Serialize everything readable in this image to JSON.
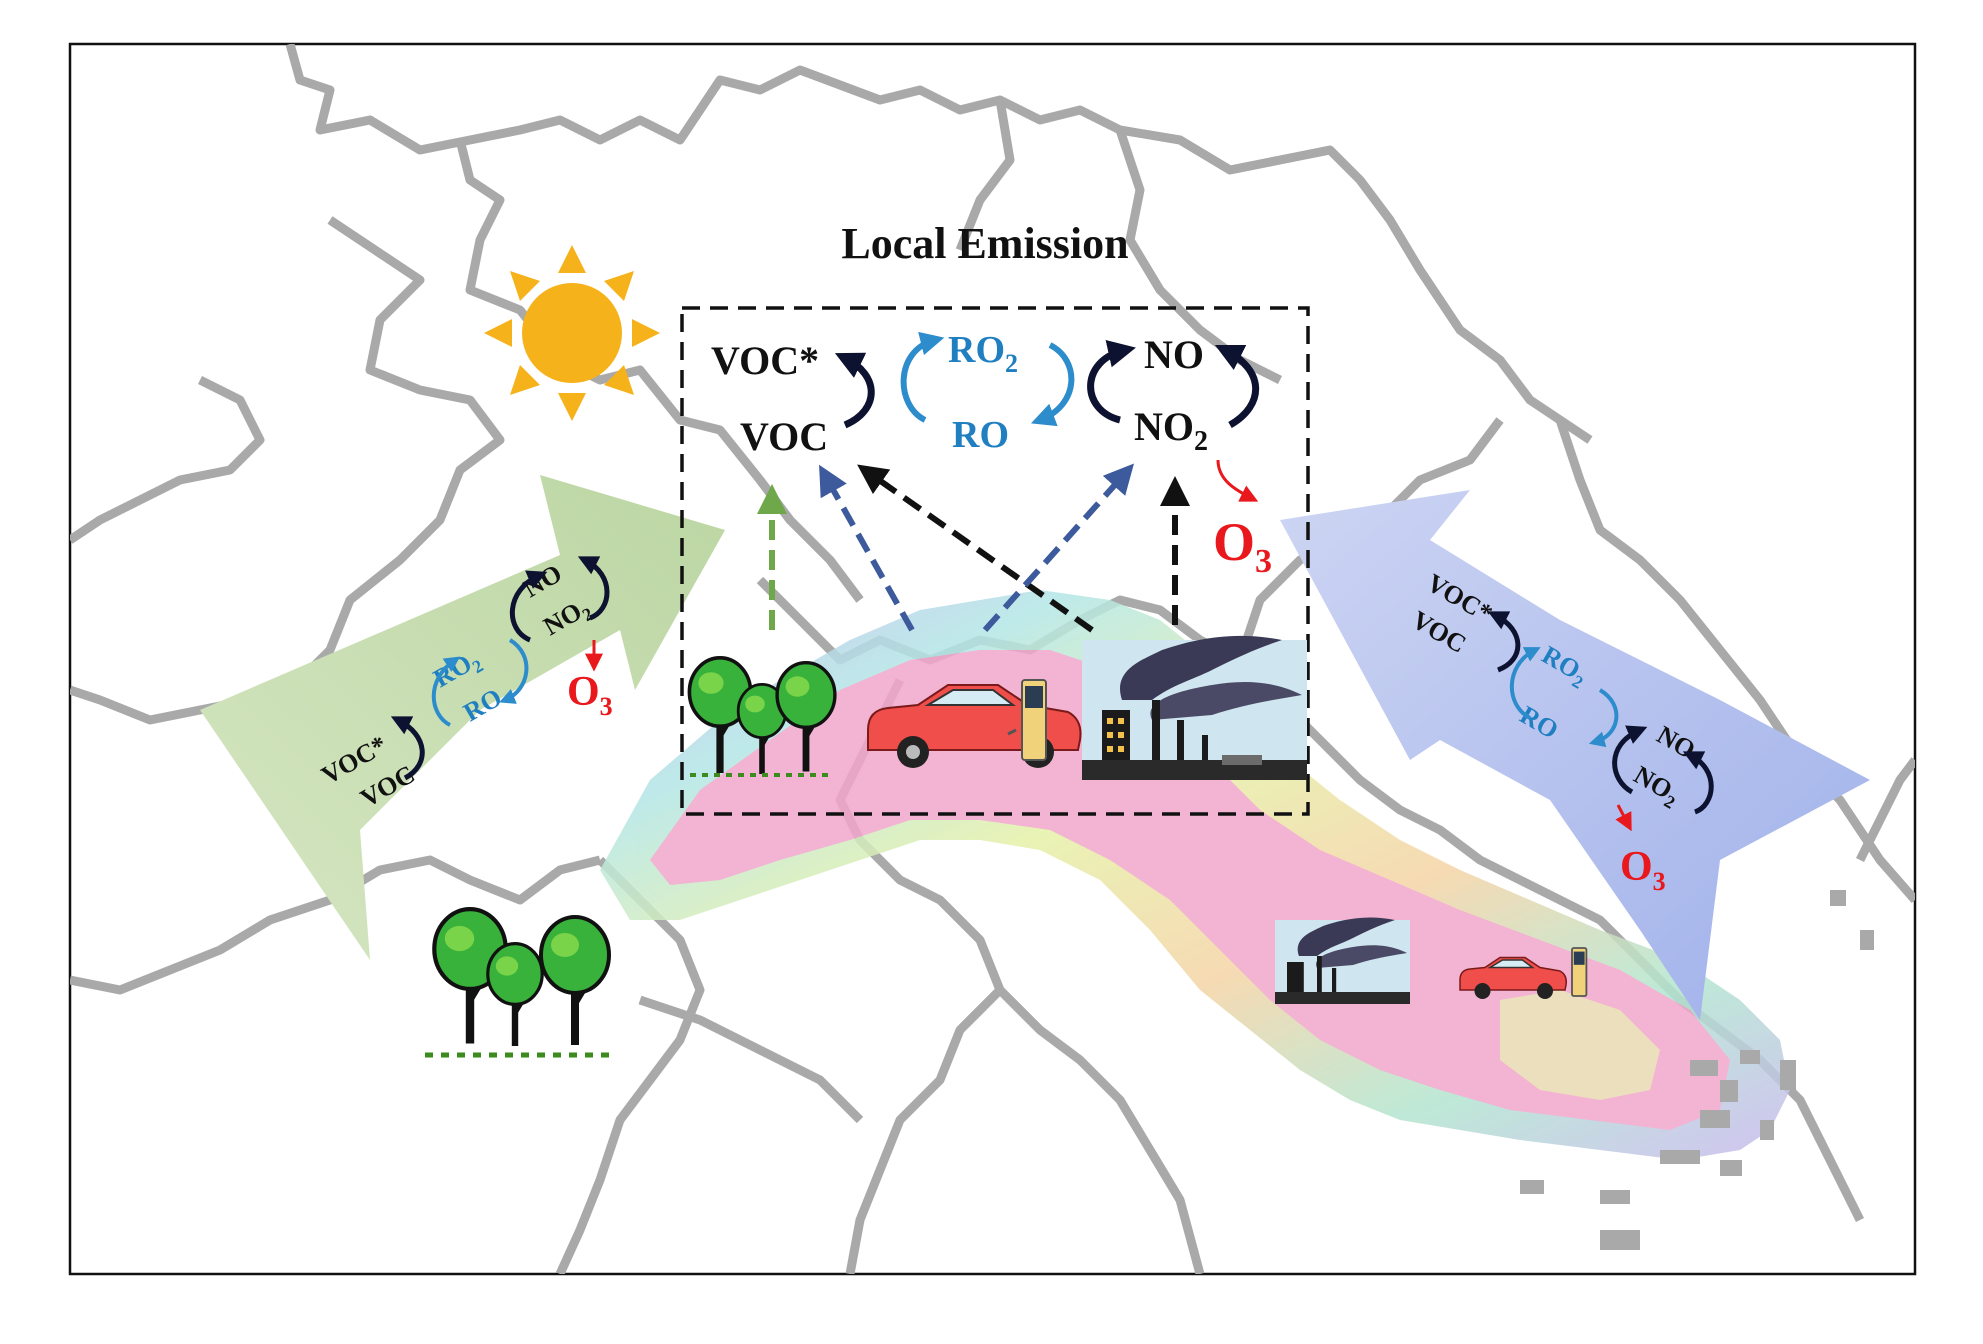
{
  "title": "Local Emission",
  "central": {
    "voc_star": "VOC*",
    "voc": "VOC",
    "ro2": "RO",
    "ro2_sub": "2",
    "ro": "RO",
    "no": "NO",
    "no2": "NO",
    "no2_sub": "2",
    "o3": "O",
    "o3_sub": "3"
  },
  "left_transport": {
    "voc_star": "VOC*",
    "voc": "VOC",
    "ro2": "RO",
    "ro2_sub": "2",
    "ro": "RO",
    "no": "NO",
    "no2": "NO",
    "no2_sub": "2",
    "o3": "O",
    "o3_sub": "3"
  },
  "right_transport": {
    "voc_star": "VOC*",
    "voc": "VOC",
    "ro2": "RO",
    "ro2_sub": "2",
    "ro": "RO",
    "no": "NO",
    "no2": "NO",
    "no2_sub": "2",
    "o3": "O",
    "o3_sub": "3"
  },
  "colors": {
    "black_text": "#111111",
    "blue_text": "#1f7fc0",
    "red_text": "#e8181c",
    "green_arrow": "#c6dcb0",
    "blue_arrow": "#b9c4ee",
    "border_gray": "#a9a9a9",
    "sun": "#f6b21a",
    "plume_pink": "#f2a6cc",
    "dash_green": "#6fa84a",
    "dash_blue": "#3c5a9c",
    "dash_black": "#111111"
  },
  "icons": [
    "sun-icon",
    "tree-group-icon",
    "car-icon",
    "fuel-pump-icon",
    "factory-icon"
  ]
}
